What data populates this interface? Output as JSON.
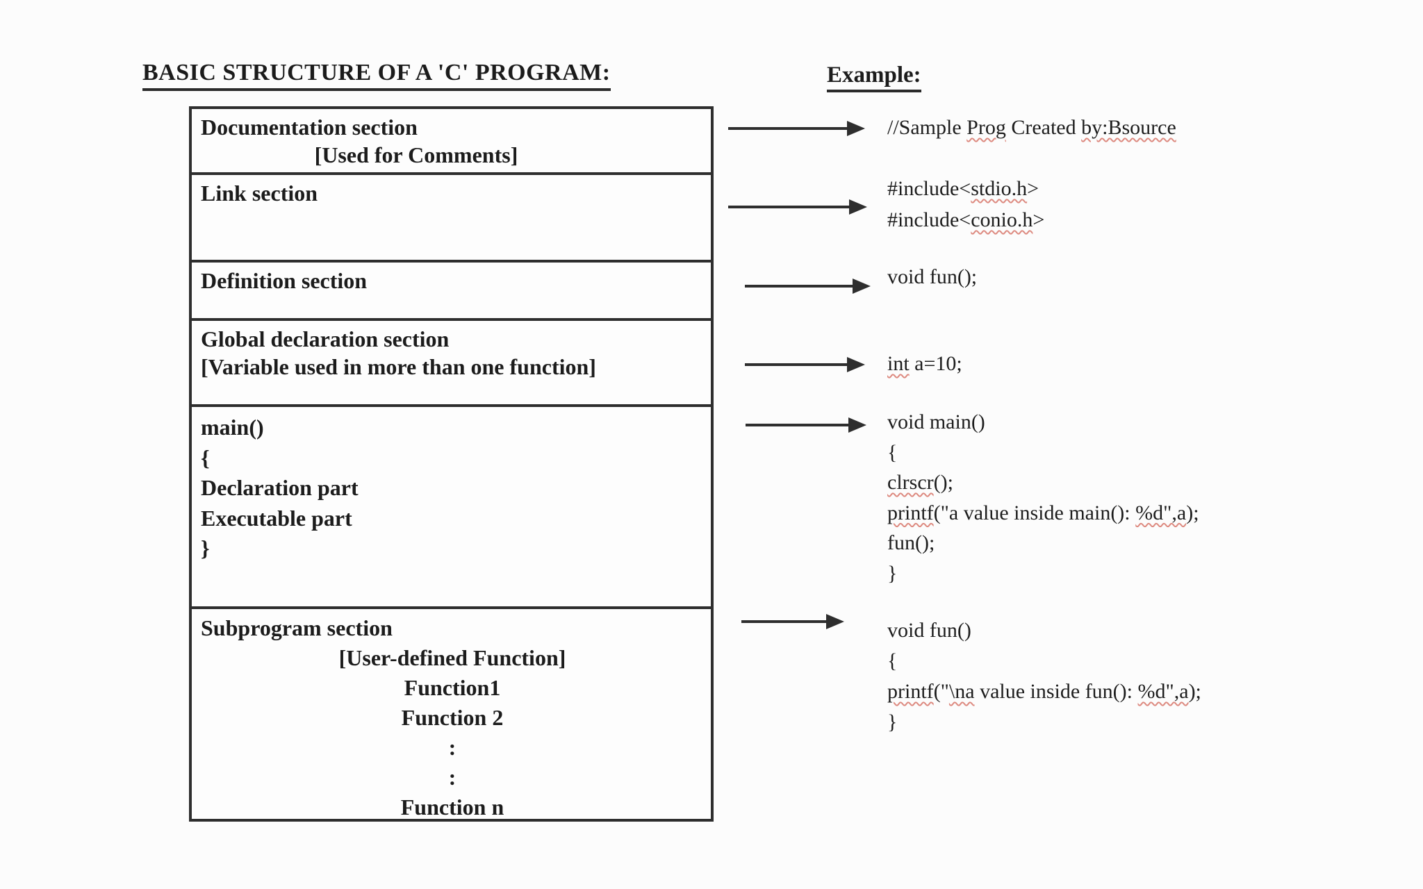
{
  "title": "BASIC STRUCTURE OF A 'C' PROGRAM:",
  "example_header": "Example:",
  "sections": [
    {
      "id": "documentation",
      "line1": "Documentation section",
      "line2": "[Used for Comments]"
    },
    {
      "id": "link",
      "line1": "Link section"
    },
    {
      "id": "definition",
      "line1": "Definition section"
    },
    {
      "id": "global-declaration",
      "line1": "Global declaration section",
      "line2": "[Variable used in more than one function]"
    },
    {
      "id": "main",
      "lines": [
        "main()",
        "{",
        "Declaration part",
        "Executable part",
        "}"
      ]
    },
    {
      "id": "subprogram",
      "line1": "Subprogram  section",
      "centered": [
        "[User-defined Function]",
        "Function1",
        "Function 2",
        ":",
        ":",
        "Function n"
      ]
    }
  ],
  "example_code": {
    "documentation": [
      [
        {
          "t": "//Sample "
        },
        {
          "t": "Prog",
          "sq": true
        },
        {
          "t": " Created "
        },
        {
          "t": "by:Bsource",
          "sq": true
        }
      ]
    ],
    "link": [
      [
        {
          "t": "#include<"
        },
        {
          "t": "stdio.h",
          "sq": true
        },
        {
          "t": ">"
        }
      ],
      [
        {
          "t": "#include<"
        },
        {
          "t": "conio.h",
          "sq": true
        },
        {
          "t": ">"
        }
      ]
    ],
    "definition": [
      [
        {
          "t": "void fun();"
        }
      ]
    ],
    "global_declaration": [
      [
        {
          "t": "int",
          "sq": true
        },
        {
          "t": " a=10;"
        }
      ]
    ],
    "main": [
      [
        {
          "t": "void main()"
        }
      ],
      [
        {
          "t": "{"
        }
      ],
      [
        {
          "t": "clrscr",
          "sq": true
        },
        {
          "t": "();"
        }
      ],
      [
        {
          "t": "printf",
          "sq": true
        },
        {
          "t": "(\"a value inside main(): "
        },
        {
          "t": "%d\",a",
          "sq": true
        },
        {
          "t": ");"
        }
      ],
      [
        {
          "t": "fun();"
        }
      ],
      [
        {
          "t": "}"
        }
      ]
    ],
    "subprogram": [
      [
        {
          "t": "void fun()"
        }
      ],
      [
        {
          "t": "{"
        }
      ],
      [
        {
          "t": "printf",
          "sq": true
        },
        {
          "t": "(\""
        },
        {
          "t": "\\na",
          "sq": true
        },
        {
          "t": " value inside fun(): "
        },
        {
          "t": "%d\",a",
          "sq": true
        },
        {
          "t": ");"
        }
      ],
      [
        {
          "t": "}"
        }
      ]
    ]
  },
  "arrows": [
    {
      "from": "documentation-box",
      "to": "sample-comment-code"
    },
    {
      "from": "link-box",
      "to": "include-code"
    },
    {
      "from": "definition-box",
      "to": "fun-prototype-code"
    },
    {
      "from": "global-declaration-box",
      "to": "global-variable-code"
    },
    {
      "from": "main-box",
      "to": "main-function-code"
    },
    {
      "from": "subprogram-box",
      "to": "fun-definition-code"
    }
  ],
  "colors": {
    "text": "#1c1c1c",
    "border": "#2e2e2e",
    "spellcheck_squiggle": "#dd8a80",
    "background": "#fcfcfc"
  }
}
